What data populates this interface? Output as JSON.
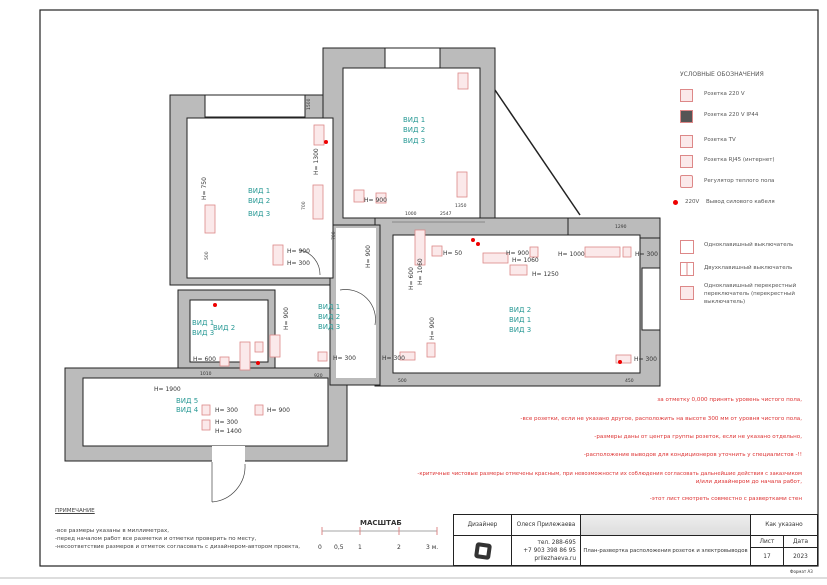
{
  "legend": {
    "title": "УСЛОВНЫЕ ОБОЗНАЧЕНИЯ",
    "items": [
      {
        "label": "Розетка 220 V",
        "icon": "socket-icon"
      },
      {
        "label": "Розетка 220 V IP44",
        "icon": "socket-ip44-icon"
      },
      {
        "label": "Розетка TV",
        "icon": "tv-socket-icon"
      },
      {
        "label": "Розетка RJ45 (интернет)",
        "icon": "rj45-socket-icon"
      },
      {
        "label": "Регулятор теплого пола",
        "icon": "floor-heating-regulator-icon"
      },
      {
        "label": "Вывод силового кабеля",
        "prefix": "220V",
        "icon": "power-cable-icon"
      },
      {
        "label": "Одноклавишный выключатель",
        "icon": "single-switch-icon"
      },
      {
        "label": "Двухклавишный выключатель",
        "icon": "double-switch-icon"
      },
      {
        "label": "Одноклавишный перекрестный переключатель (перекрестный выключатель)",
        "icon": "cross-switch-icon"
      }
    ]
  },
  "red_notes": [
    "за отметку 0,000 принять уровень чистого пола,",
    "-все розетки, если не указано другое, расположить на высоте 300 мм от уровня чистого пола,",
    "-размеры даны от центра группы розеток, если не указано отдельно,",
    "-расположение выводов для кондиционеров уточнить у специалистов -!!",
    "-критичные чистовые размеры отмечены красным, при невозможности их соблюдения согласовать дальнейшие действия с заказчиком",
    "и/или дизайнером до начала работ,",
    "-этот лист смотреть совместно с развертками стен"
  ],
  "notes": {
    "title": "ПРИМЕЧАНИЕ",
    "items": [
      "-все размеры указаны в миллиметрах,",
      "-перед началом работ все разметки и отметки проверить по месту,",
      "-несоответствие размеров и отметок согласовать с дизайнером-автором проекта,"
    ]
  },
  "scale_bar": {
    "title": "МАСШТАБ",
    "ticks": [
      "0",
      "0,5",
      "1",
      "2",
      "3 м."
    ]
  },
  "title_block": {
    "designer_label": "Дизайнер",
    "designer_name": "Олеся Прилежаева",
    "phone1": "тел. 288-695",
    "phone2": "+7 903 398 86 95",
    "site": "prilezhaeva.ru",
    "sheet_title": "План-развертка расположения розеток и электровыводов",
    "scale": "Как указано",
    "sheet_label": "Лист",
    "sheet": "17",
    "date_label": "Дата",
    "date": "2023",
    "format": "Формат А3"
  },
  "plan": {
    "views": {
      "bed1": [
        "ВИД 1",
        "ВИД 2",
        "ВИД 3"
      ],
      "bed2": [
        "ВИД 1",
        "ВИД 2",
        "ВИД 3"
      ],
      "living": [
        "ВИД 2",
        "ВИД 1",
        "ВИД 3"
      ],
      "bath": [
        "ВИД 1",
        "ВИД 3",
        "ВИД 2"
      ],
      "corridor": [
        "ВИД 1",
        "ВИД 2",
        "ВИД 3"
      ],
      "hall": [
        "ВИД 5",
        "ВИД 4"
      ]
    },
    "heights": [
      "H= 750",
      "H= 1300",
      "H= 900",
      "H= 900",
      "H= 300",
      "H= 900",
      "H= 50",
      "H= 900",
      "H= 1060",
      "H= 1250",
      "H= 1000",
      "H= 300",
      "H= 600",
      "H= 1060",
      "H= 900",
      "H= 300",
      "H= 300",
      "H= 600",
      "H= 900",
      "H= 1900",
      "H= 300",
      "H= 900",
      "H= 300",
      "H= 1400",
      "H= 300"
    ],
    "dims": [
      "2547",
      "1000",
      "1350",
      "1290",
      "500",
      "450",
      "1500",
      "700",
      "1010",
      "920",
      "700",
      "500"
    ]
  }
}
